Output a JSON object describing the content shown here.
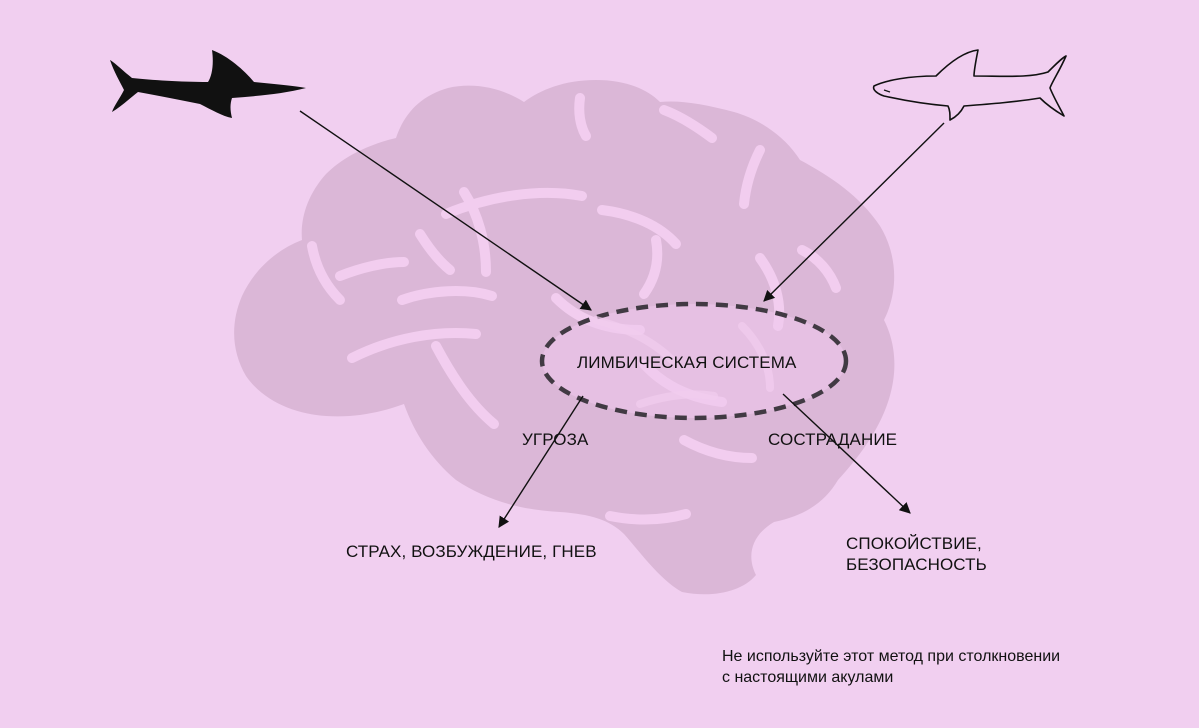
{
  "diagram": {
    "limbic_label": "ЛИМБИЧЕСКАЯ СИСТЕМА",
    "threat_label": "УГРОЗА",
    "compassion_label": "СОСТРАДАНИЕ",
    "fear_outcome": "СТРАХ, ВОЗБУЖДЕНИЕ, ГНЕВ",
    "calm_outcome": [
      "СПОКОЙСТВИЕ,",
      "БЕЗОПАСНОСТЬ"
    ],
    "note": [
      "Не используйте этот метод при столкновении",
      "с настоящими акулами"
    ]
  },
  "icons": {
    "left": "shark-silhouette-icon",
    "right": "shark-outline-icon",
    "background": "brain-icon"
  },
  "colors": {
    "background": "#f1cff0",
    "brain": "#dbb7d7",
    "brain_lines": "#f2cdef",
    "text": "#111111",
    "ellipse_stroke": "#413a43"
  }
}
